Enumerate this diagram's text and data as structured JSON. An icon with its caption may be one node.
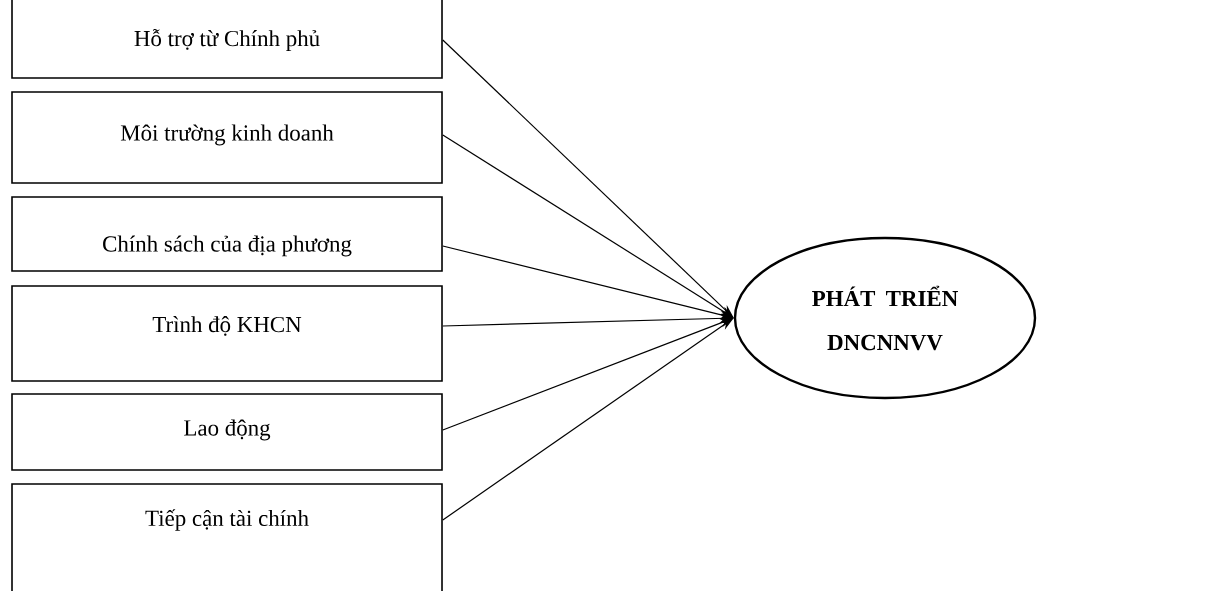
{
  "diagram": {
    "nodes": [
      {
        "text": [
          "Hỗ trợ từ Chính phủ"
        ]
      },
      {
        "text": [
          "Môi trường kinh doanh"
        ]
      },
      {
        "text": [
          "Chính sách của địa phương"
        ]
      },
      {
        "text": [
          "Trình độ KHCN"
        ]
      },
      {
        "text": [
          "Lao động"
        ]
      },
      {
        "text": [
          "Tiếp cận tài chính"
        ]
      },
      {
        "text": [
          "PHÁT TRIỂN DNCNNVV"
        ]
      }
    ],
    "edges": [
      {
        "from": 0,
        "to": 6,
        "arrow": "to"
      },
      {
        "from": 1,
        "to": 6,
        "arrow": "to"
      },
      {
        "from": 2,
        "to": 6,
        "arrow": "to"
      },
      {
        "from": 3,
        "to": 6,
        "arrow": "to"
      },
      {
        "from": 4,
        "to": 6,
        "arrow": "to"
      },
      {
        "from": 5,
        "to": 6,
        "arrow": "to"
      }
    ]
  }
}
